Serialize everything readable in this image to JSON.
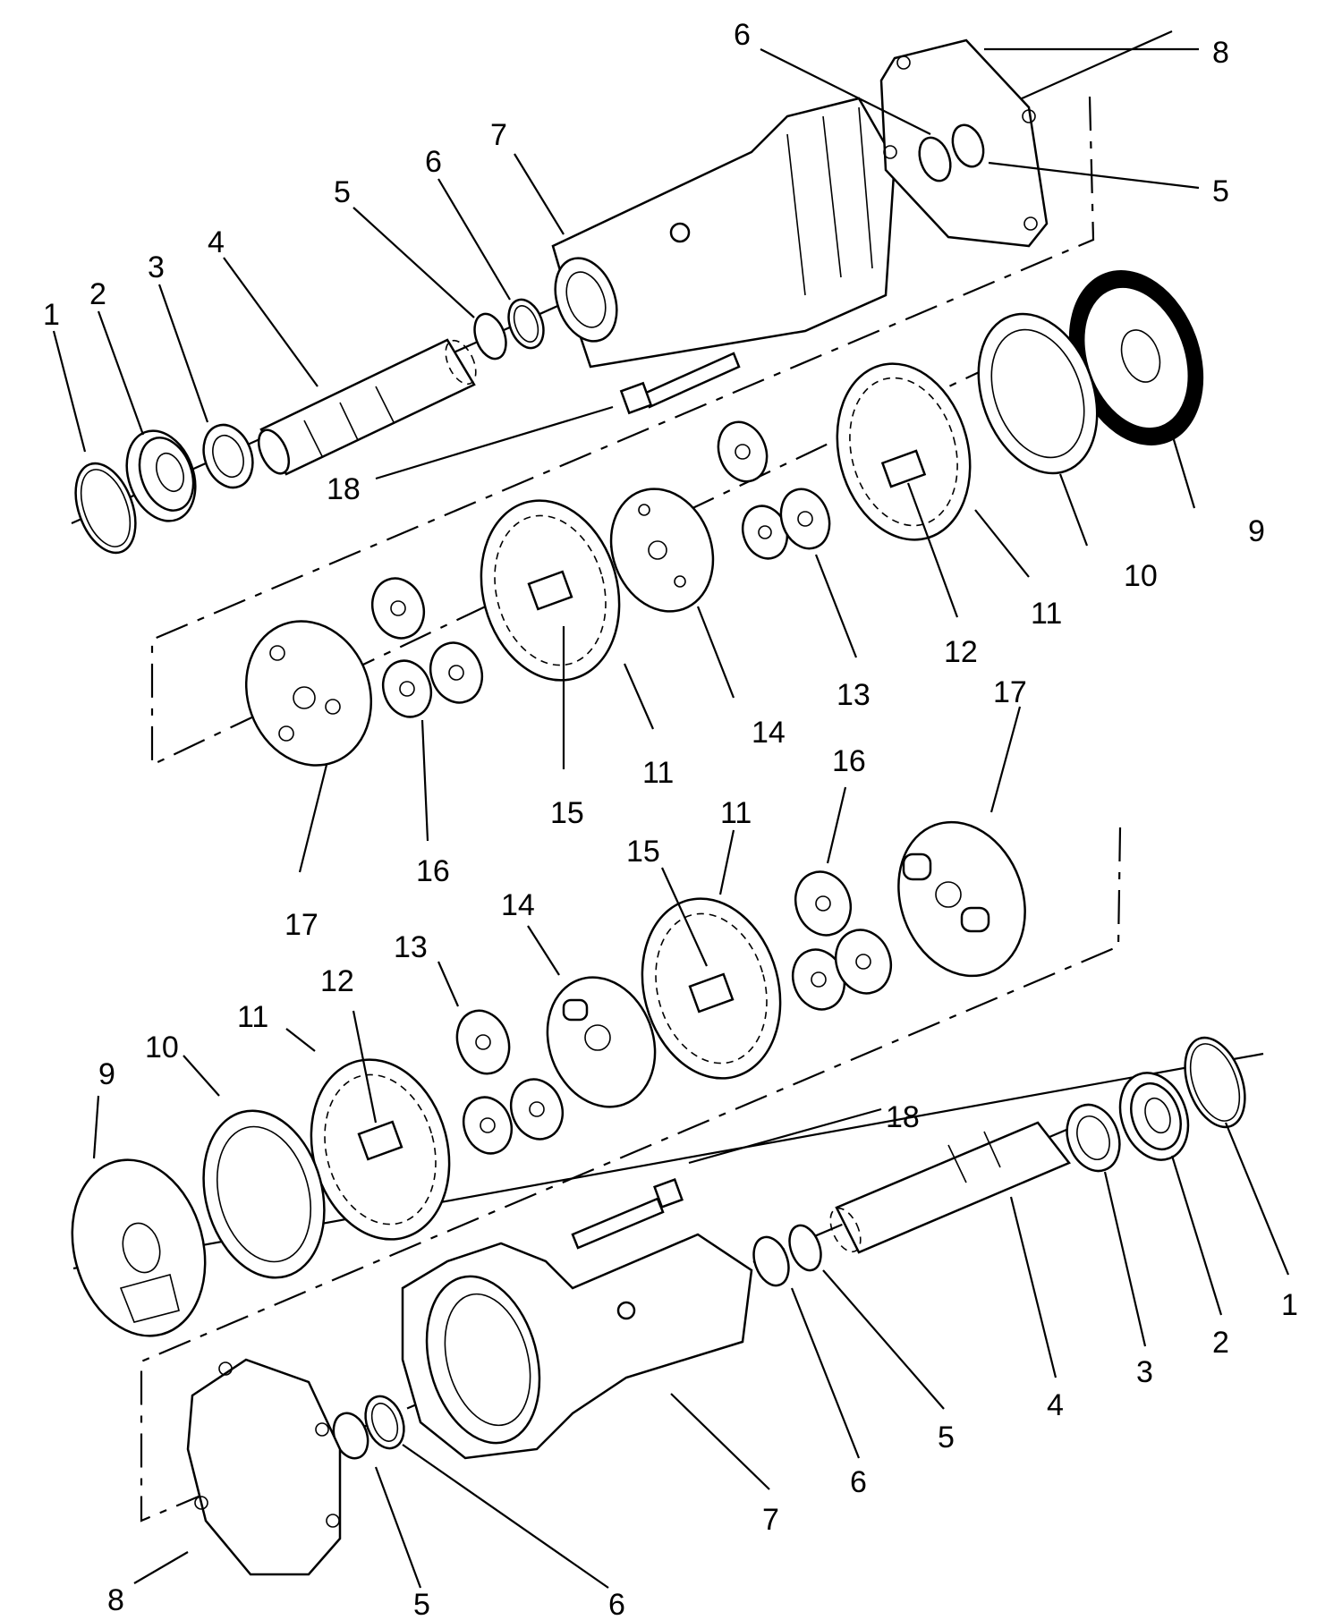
{
  "callouts": {
    "top": {
      "c1": "1",
      "c2": "2",
      "c3": "3",
      "c4": "4",
      "c5a": "5",
      "c6a": "6",
      "c7": "7",
      "c6b": "6",
      "c8": "8",
      "c5b": "5",
      "c18": "18",
      "c9": "9",
      "c10": "10",
      "c11a": "11",
      "c12": "12",
      "c13": "13",
      "c14": "14",
      "c11b": "11",
      "c15": "15",
      "c16": "16",
      "c17": "17"
    },
    "bottom": {
      "c17": "17",
      "c16": "16",
      "c15": "15",
      "c11a": "11",
      "c14": "14",
      "c13": "13",
      "c12": "12",
      "c11b": "11",
      "c10": "10",
      "c9": "9",
      "c18": "18",
      "c1": "1",
      "c2": "2",
      "c3": "3",
      "c4": "4",
      "c5a": "5",
      "c6a": "6",
      "c7": "7",
      "c8": "8",
      "c5b": "5",
      "c6b": "6"
    }
  },
  "colors": {
    "ink": "#000000",
    "paper": "#ffffff"
  }
}
